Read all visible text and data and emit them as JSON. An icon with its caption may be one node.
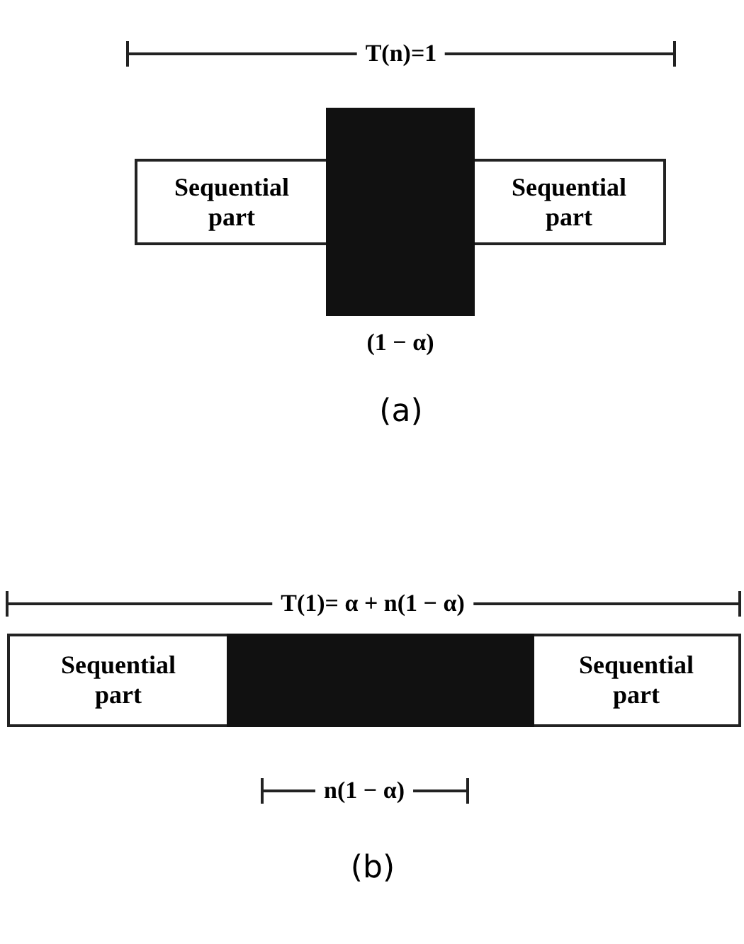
{
  "diagram": {
    "nodes": [
      {
        "text": [
          "Sequential part"
        ]
      },
      {
        "text": [],
        "shape": "box",
        "beside": [
          "(1 − α)"
        ]
      },
      {
        "text": [
          "Sequential part"
        ]
      },
      {
        "text": [
          "Sequential part"
        ]
      },
      {
        "text": [],
        "shape": "box"
      },
      {
        "text": [
          "Sequential part"
        ]
      }
    ],
    "labels": [
      "T(n)=1",
      "(a)",
      "T(1)= α + n(1 − α)",
      "n(1 − α)",
      "(b)"
    ]
  }
}
